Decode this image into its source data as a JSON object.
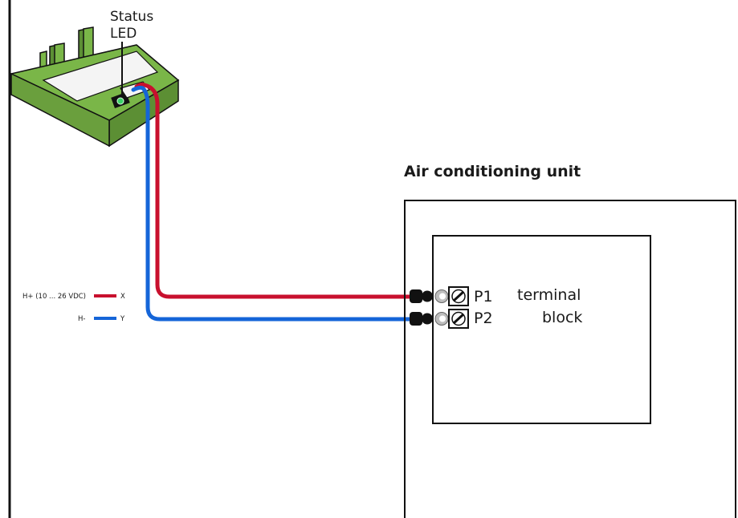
{
  "labels": {
    "status_led_line1": "Status",
    "status_led_line2": "LED",
    "unit_title": "Air conditioning unit",
    "terminal_p1": "P1",
    "terminal_p2": "P2",
    "terminal_word1": "terminal",
    "terminal_word2": "block"
  },
  "legend": [
    {
      "label": "H+ (10 ... 26 VDC)",
      "signal": "X",
      "color": "#c8102e"
    },
    {
      "label": "H-",
      "signal": "Y",
      "color": "#1565d8"
    }
  ],
  "colors": {
    "wire_positive": "#c8102e",
    "wire_negative": "#1565d8",
    "module_green": "#7ab648",
    "led_green": "#3cd06a"
  }
}
